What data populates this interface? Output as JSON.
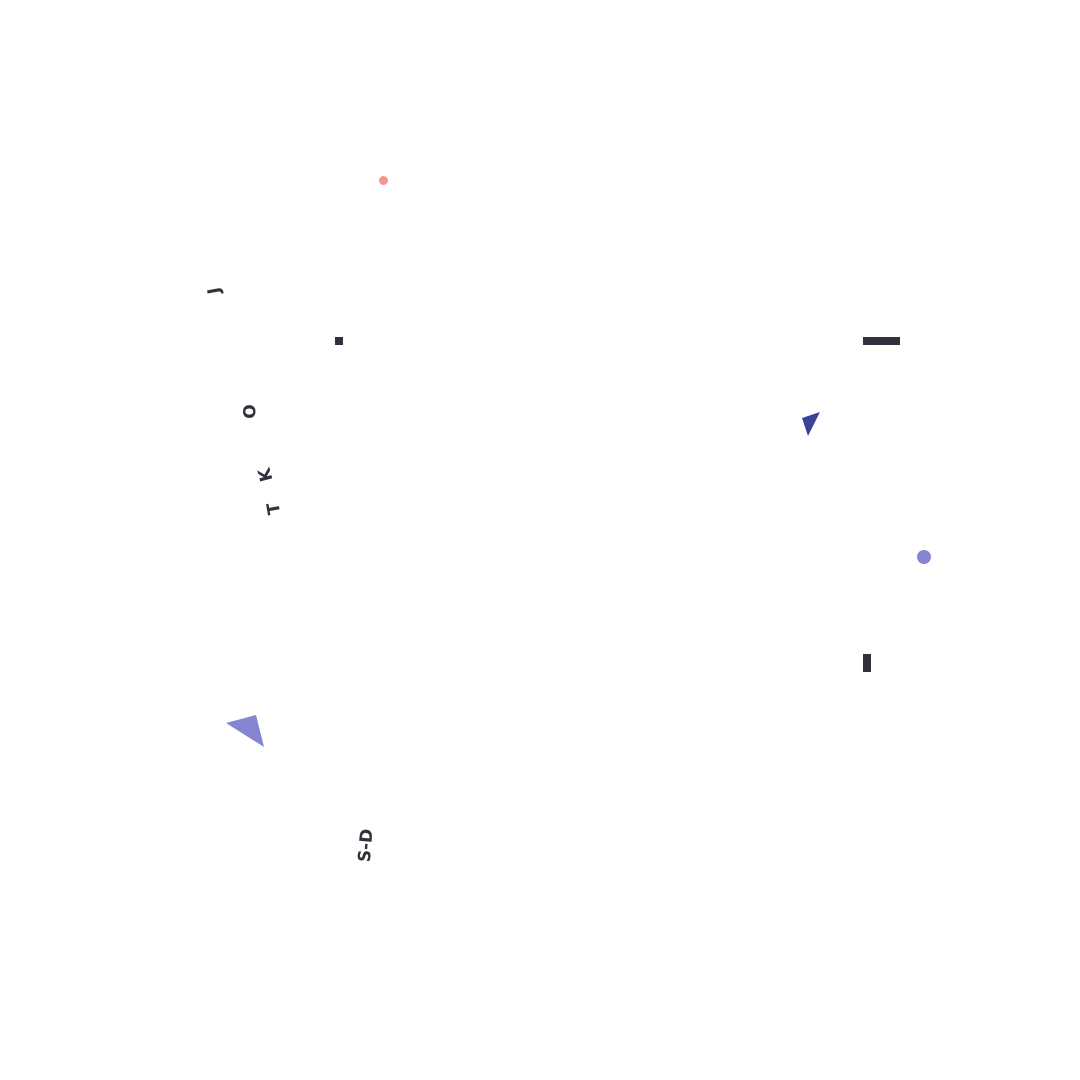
{
  "colors": {
    "background": "#ffffff",
    "ink": "#33313b",
    "salmon": "#f4978e",
    "navy": "#3b4494",
    "lavender": "#8585d1"
  },
  "glyphs": {
    "j": "J",
    "o": "O",
    "k": "K",
    "t": "T",
    "sd": "S-D"
  },
  "shapes": {
    "dot_salmon": "circle",
    "square_small": "square",
    "bar_horizontal": "bar",
    "triangle_navy": "triangle",
    "dot_lavender": "circle",
    "bar_vertical": "bar",
    "triangle_lavender": "triangle"
  }
}
